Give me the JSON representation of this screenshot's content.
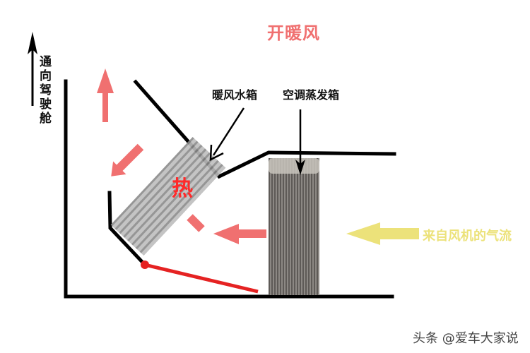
{
  "diagram": {
    "title": "开暖风",
    "labels": {
      "to_cabin": "通向驾驶舱",
      "heater_core": "暖风水箱",
      "evaporator": "空调蒸发箱",
      "fan_airflow": "来自风机的气流",
      "heat": "热"
    },
    "watermark": "头条 @爱车大家说",
    "colors": {
      "title": "#f07070",
      "warm_arrow": "#f07070",
      "fan_arrow": "#ece27a",
      "blend_door": "#e52222",
      "heat_text": "#ff2a2a",
      "duct": "#000000"
    }
  }
}
